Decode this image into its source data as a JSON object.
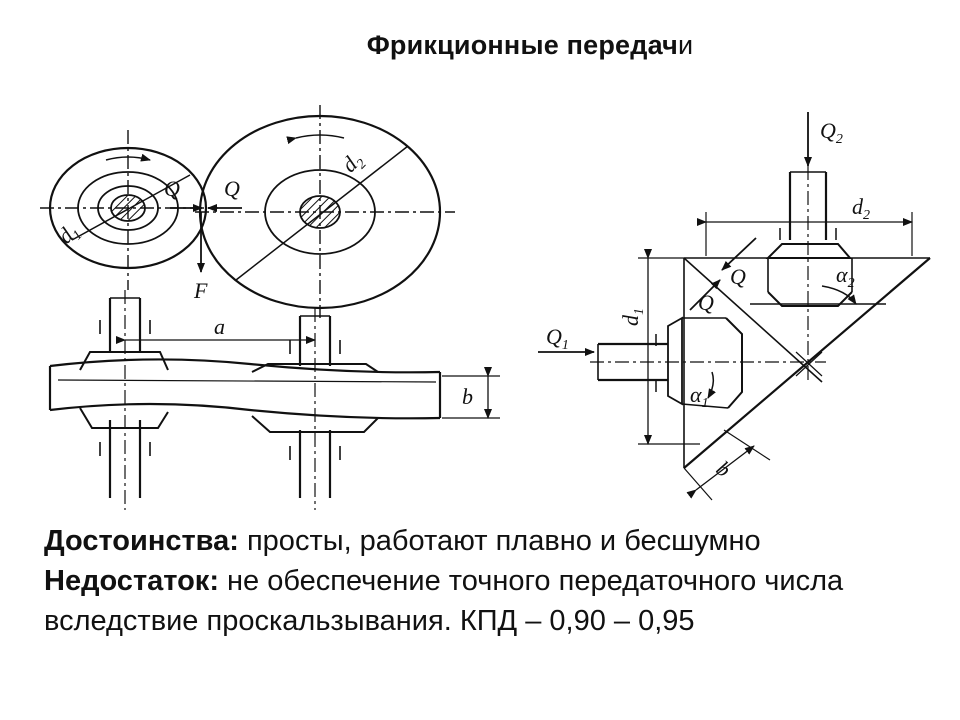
{
  "title": {
    "main": "Фрикционные передач",
    "last": "и"
  },
  "left_diagram": {
    "d1": "d",
    "d1_sub": "1",
    "d2": "d",
    "d2_sub": "2",
    "q_small": "Q",
    "q_large": "Q",
    "force": "F",
    "center_distance": "a",
    "width": "b"
  },
  "right_diagram": {
    "q2": "Q",
    "q2_sub": "2",
    "q1": "Q",
    "q1_sub": "1",
    "d2": "d",
    "d2_sub": "2",
    "d1": "d",
    "d1_sub": "1",
    "q_upper": "Q",
    "q_lower": "Q",
    "alpha2": "α",
    "alpha2_sub": "2",
    "alpha1": "α",
    "alpha1_sub": "1",
    "width": "b"
  },
  "text": {
    "adv_label": "Достоинства:",
    "adv_text": " просты, работают плавно и бесшумно",
    "dis_label": "Недостаток:",
    "dis_text": " не обеспечение точного передаточного числа вследствие проскальзывания. КПД – 0,90 – 0,95"
  }
}
